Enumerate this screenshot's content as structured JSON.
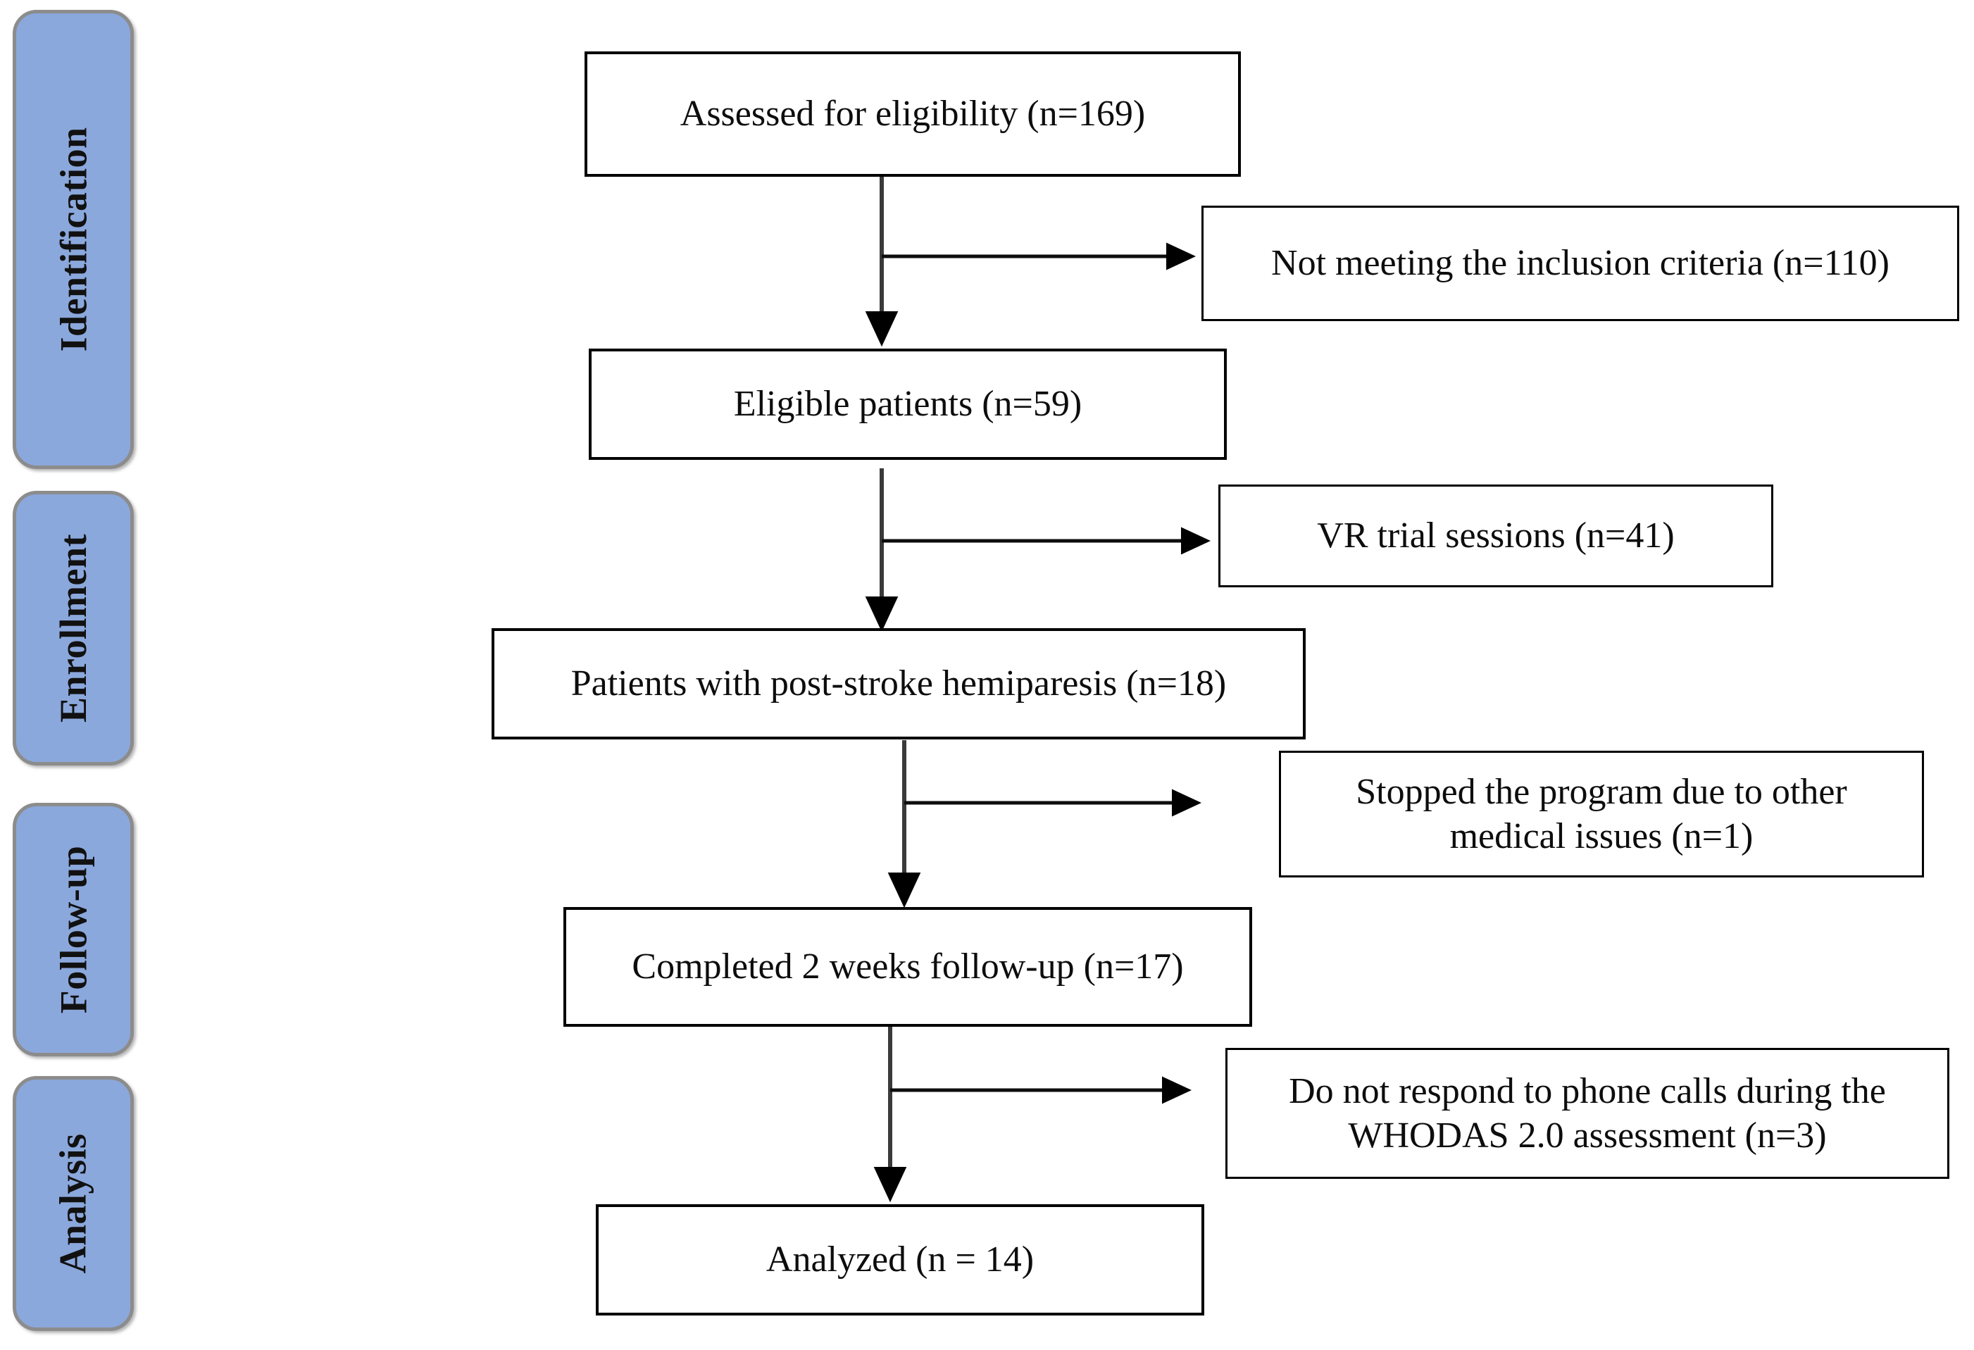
{
  "figure": {
    "type": "consort-flow-diagram",
    "accent_color": "#8ba8dc",
    "border_color": "#8c8c8c",
    "box_border_color": "#000000",
    "background": "#ffffff"
  },
  "phases": [
    {
      "id": "identification",
      "label": "Identification"
    },
    {
      "id": "enrollment",
      "label": "Enrollment"
    },
    {
      "id": "followup",
      "label": "Follow-up"
    },
    {
      "id": "analysis",
      "label": "Analysis"
    }
  ],
  "flow": {
    "main_nodes": [
      {
        "id": "assessed",
        "text": "Assessed for eligibility (n=169)",
        "n": 169
      },
      {
        "id": "eligible",
        "text": "Eligible patients (n=59)",
        "n": 59
      },
      {
        "id": "hemiparesis",
        "text": "Patients with post-stroke hemiparesis (n=18)",
        "n": 18
      },
      {
        "id": "completed",
        "text": "Completed 2 weeks follow-up (n=17)",
        "n": 17
      },
      {
        "id": "analyzed",
        "text": "Analyzed (n = 14)",
        "n": 14
      }
    ],
    "side_nodes": [
      {
        "id": "not-meeting",
        "text": "Not meeting the inclusion criteria (n=110)",
        "n": 110
      },
      {
        "id": "vr-trial",
        "text": "VR trial sessions (n=41)",
        "n": 41
      },
      {
        "id": "stopped",
        "text": "Stopped the program due to other\nmedical issues (n=1)",
        "n": 1
      },
      {
        "id": "no-response",
        "text": "Do not respond to phone calls during the\nWHODAS 2.0 assessment (n=3)",
        "n": 3
      }
    ]
  }
}
